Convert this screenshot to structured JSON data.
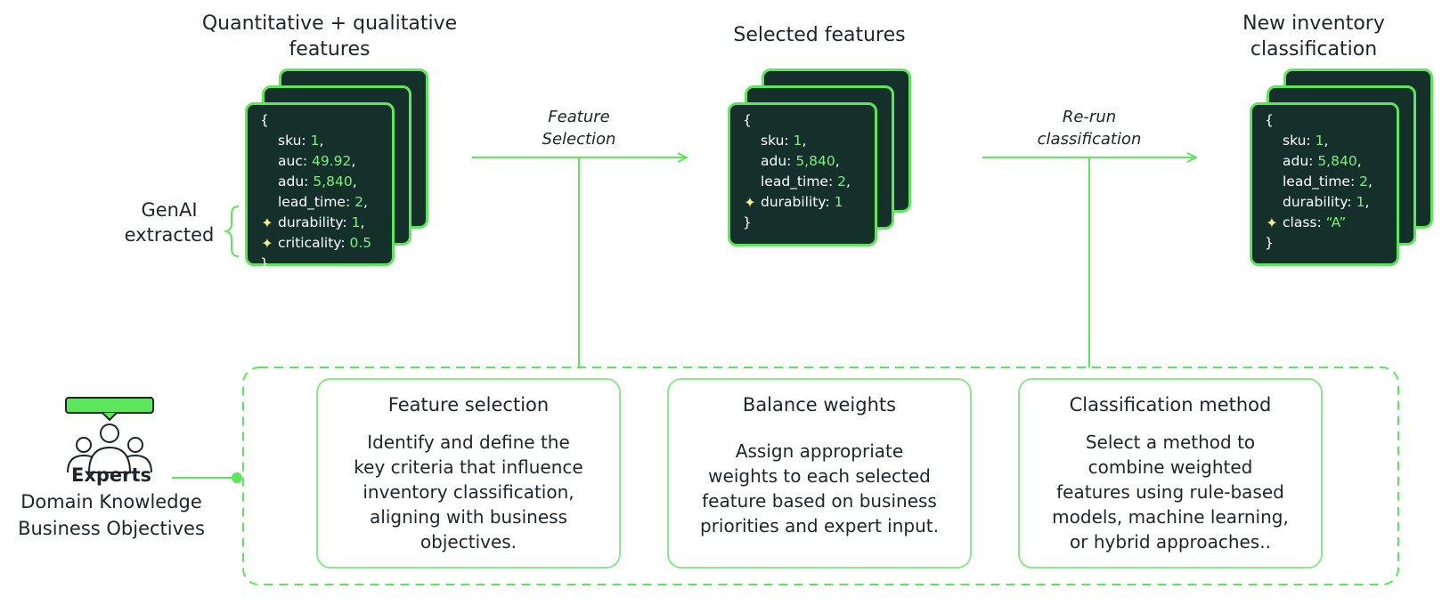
{
  "headings": {
    "col1": [
      "Quantitative + qualitative",
      "features"
    ],
    "col2": [
      "Selected features"
    ],
    "col3": [
      "New inventory",
      "classification"
    ]
  },
  "cards": {
    "col1": [
      {
        "text": "{",
        "spark": false,
        "indent": false
      },
      {
        "key": "sku: ",
        "val": "1",
        "tail": ",",
        "spark": false,
        "indent": true
      },
      {
        "key": "auc: ",
        "val": "49.92",
        "tail": ",",
        "spark": false,
        "indent": true
      },
      {
        "key": "adu: ",
        "val": "5,840",
        "tail": ",",
        "spark": false,
        "indent": true
      },
      {
        "key": "lead_time: ",
        "val": "2",
        "tail": ",",
        "spark": false,
        "indent": true
      },
      {
        "key": "durability: ",
        "val": "1",
        "tail": ",",
        "spark": true,
        "indent": true
      },
      {
        "key": "criticality: ",
        "val": "0.5",
        "tail": "",
        "spark": true,
        "indent": true
      },
      {
        "text": "}",
        "spark": false,
        "indent": false
      }
    ],
    "col2": [
      {
        "text": "{",
        "spark": false,
        "indent": false
      },
      {
        "key": "sku: ",
        "val": "1",
        "tail": ",",
        "spark": false,
        "indent": true
      },
      {
        "key": "adu: ",
        "val": "5,840",
        "tail": ",",
        "spark": false,
        "indent": true
      },
      {
        "key": "lead_time: ",
        "val": "2",
        "tail": ",",
        "spark": false,
        "indent": true
      },
      {
        "key": "durability: ",
        "val": "1",
        "tail": "",
        "spark": true,
        "indent": true
      },
      {
        "text": "}",
        "spark": false,
        "indent": false
      }
    ],
    "col3": [
      {
        "text": "{",
        "spark": false,
        "indent": false
      },
      {
        "key": "sku: ",
        "val": "1",
        "tail": ",",
        "spark": false,
        "indent": true
      },
      {
        "key": "adu: ",
        "val": "5,840",
        "tail": ",",
        "spark": false,
        "indent": true
      },
      {
        "key": "lead_time: ",
        "val": "2",
        "tail": ",",
        "spark": false,
        "indent": true
      },
      {
        "key": "durability: ",
        "val": "1",
        "tail": ",",
        "spark": false,
        "indent": true
      },
      {
        "key": "class: ",
        "val": "“A”",
        "tail": "",
        "spark": true,
        "indent": true
      },
      {
        "text": "}",
        "spark": false,
        "indent": false
      }
    ]
  },
  "sparkle_icon": "sparkle-icon",
  "genai_label": [
    "GenAI",
    "extracted"
  ],
  "arrow_labels": {
    "feature_selection": [
      "Feature",
      "Selection"
    ],
    "rerun": [
      "Re-run",
      "classification"
    ]
  },
  "panels": [
    {
      "title": "Feature selection",
      "body": [
        "Identify and define the",
        "key criteria that influence",
        "inventory classification,",
        "aligning with business",
        "objectives."
      ]
    },
    {
      "title": "Balance weights",
      "body": [
        "Assign appropriate",
        "weights to each selected",
        "feature based on business",
        "priorities and expert input."
      ]
    },
    {
      "title": "Classification method",
      "body": [
        "Select a method to",
        "combine weighted",
        "features using rule-based",
        "models, machine learning,",
        "or hybrid approaches.."
      ]
    }
  ],
  "experts": {
    "name": "Experts",
    "lines": [
      "Domain Knowledge",
      "Business Objectives"
    ],
    "icon": "experts-group-icon"
  },
  "colors": {
    "accent": "#5ce65c",
    "card_bg": "#15302a",
    "value_text": "#7cf07c",
    "sparkle": "#f2ee8a"
  }
}
